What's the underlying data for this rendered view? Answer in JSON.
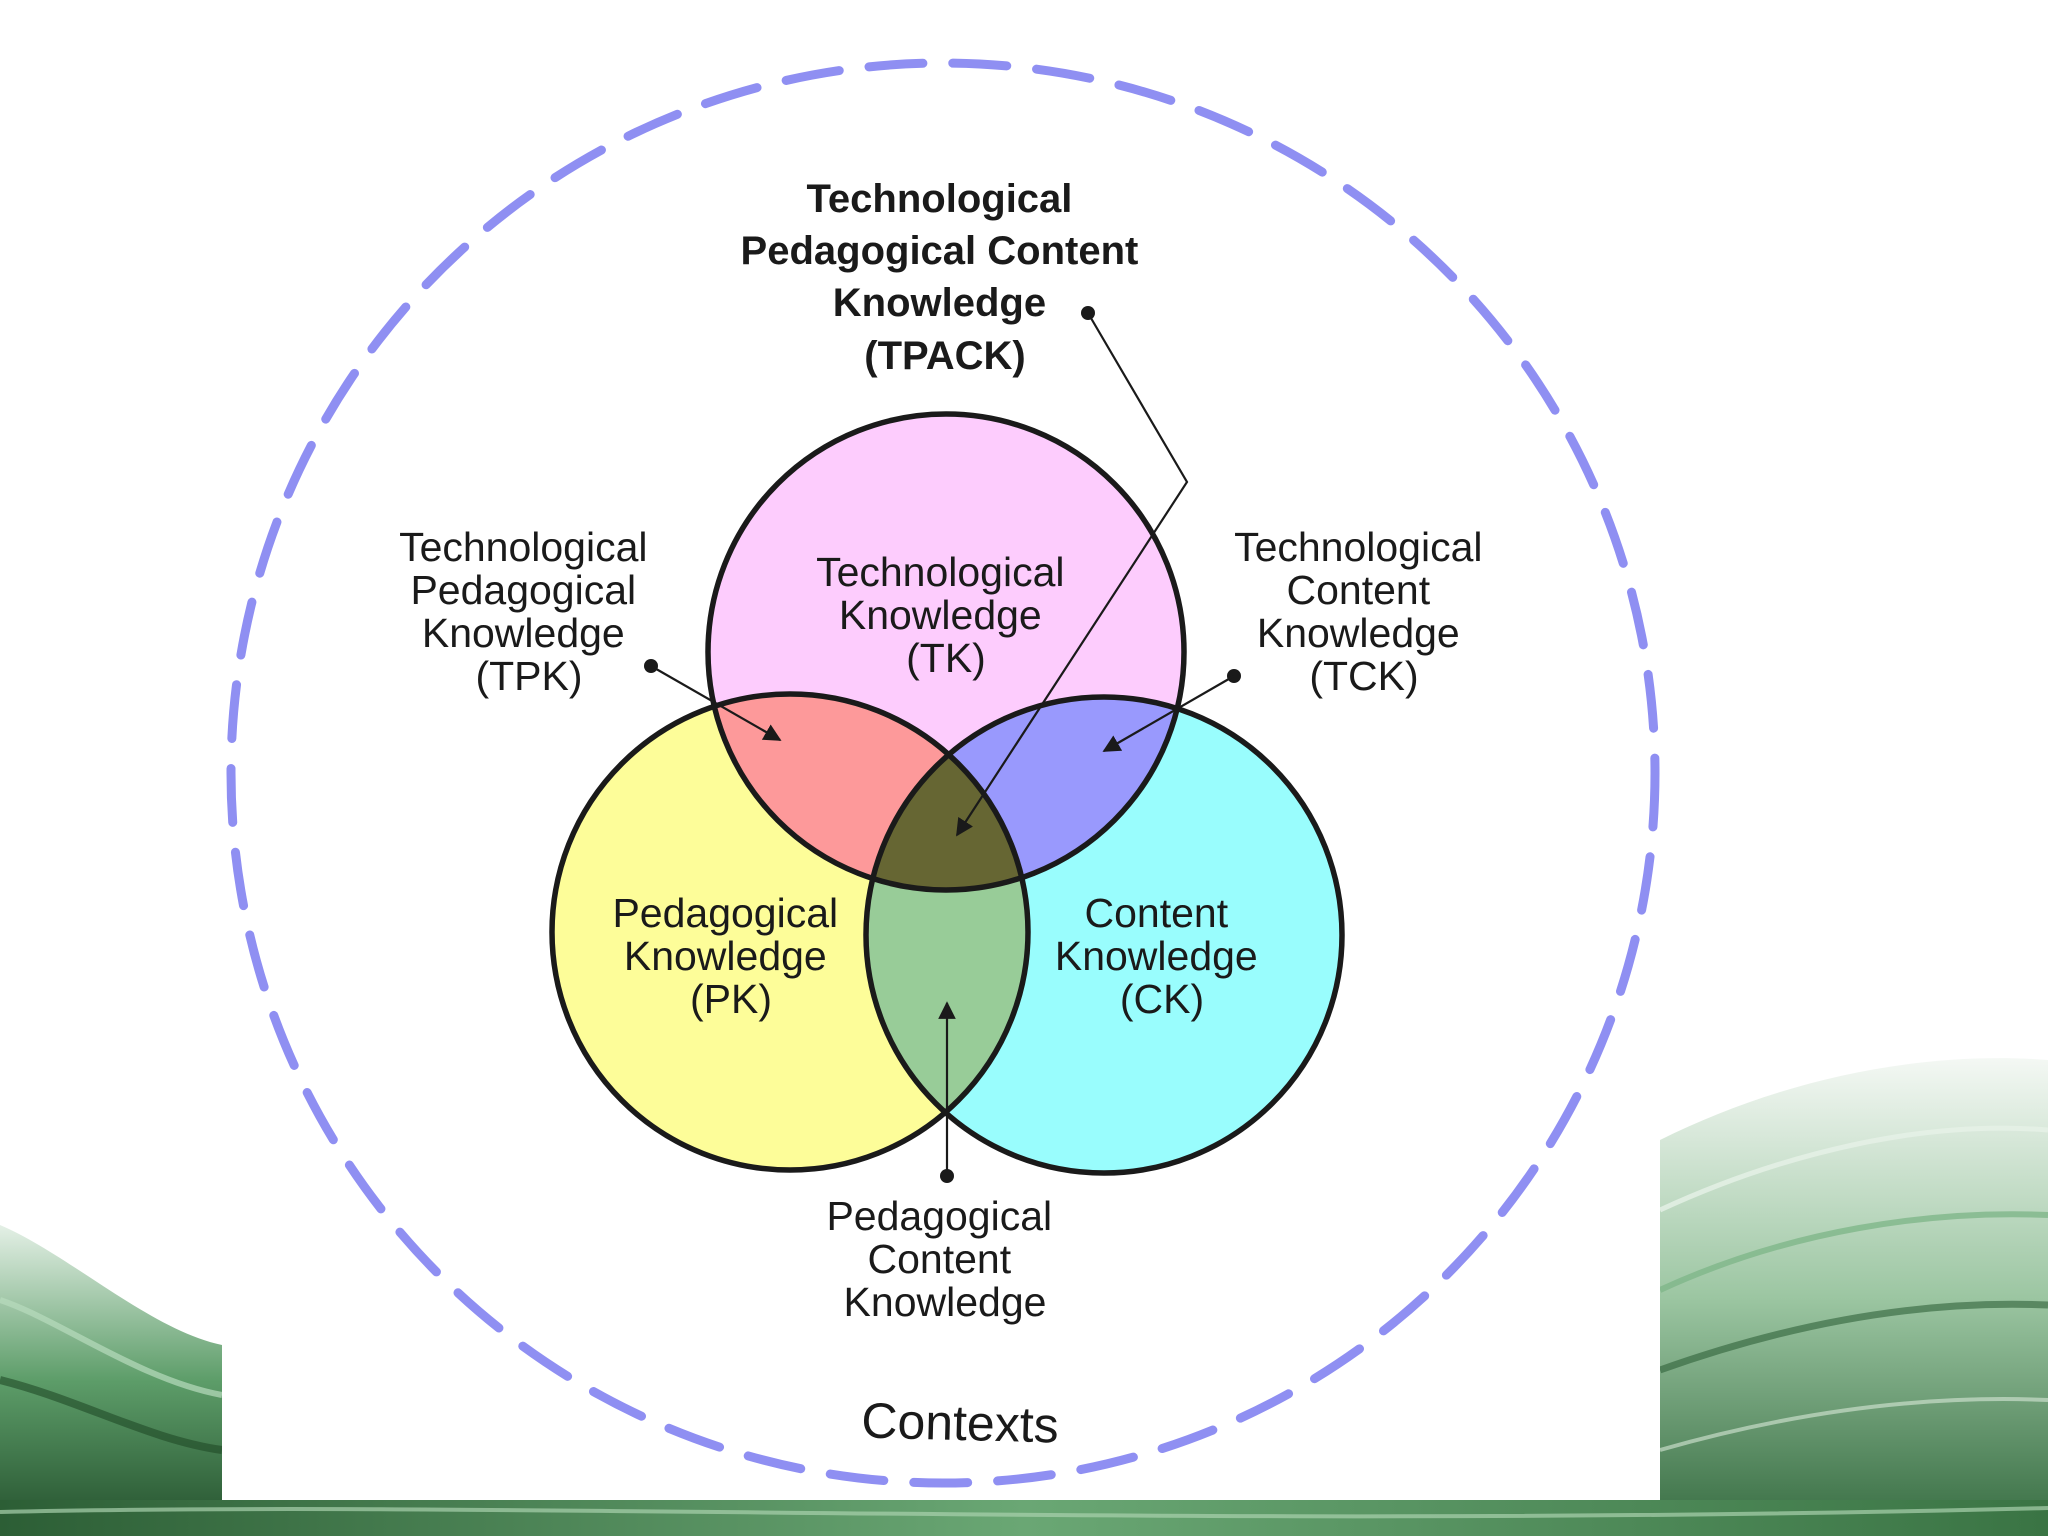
{
  "diagram": {
    "title_lines": [
      "Technological",
      "Pedagogical Content",
      "Knowledge",
      "(TPACK)"
    ],
    "contexts_label": "Contexts",
    "circles": {
      "tk": {
        "lines": [
          "Technological",
          "Knowledge",
          "(TK)"
        ],
        "color": "#fdccfd"
      },
      "pk": {
        "lines": [
          "Pedagogical",
          "Knowledge",
          "(PK)"
        ],
        "color": "#fdfd99"
      },
      "ck": {
        "lines": [
          "Content",
          "Knowledge",
          "(CK)"
        ],
        "color": "#99fdfd"
      }
    },
    "overlaps": {
      "tpk": {
        "lines": [
          "Technological",
          "Pedagogical",
          "Knowledge",
          "(TPK)"
        ],
        "color": "#fd999a"
      },
      "tck": {
        "lines": [
          "Technological",
          "Content",
          "Knowledge",
          "(TCK)"
        ],
        "color": "#9999fd"
      },
      "pck": {
        "lines": [
          "Pedagogical",
          "Content",
          "Knowledge"
        ],
        "color": "#98cc98"
      },
      "tpack": {
        "color": "#666633"
      }
    },
    "context_ring_color": "#8f8ff2",
    "background_accent": "#3e8a4a"
  }
}
